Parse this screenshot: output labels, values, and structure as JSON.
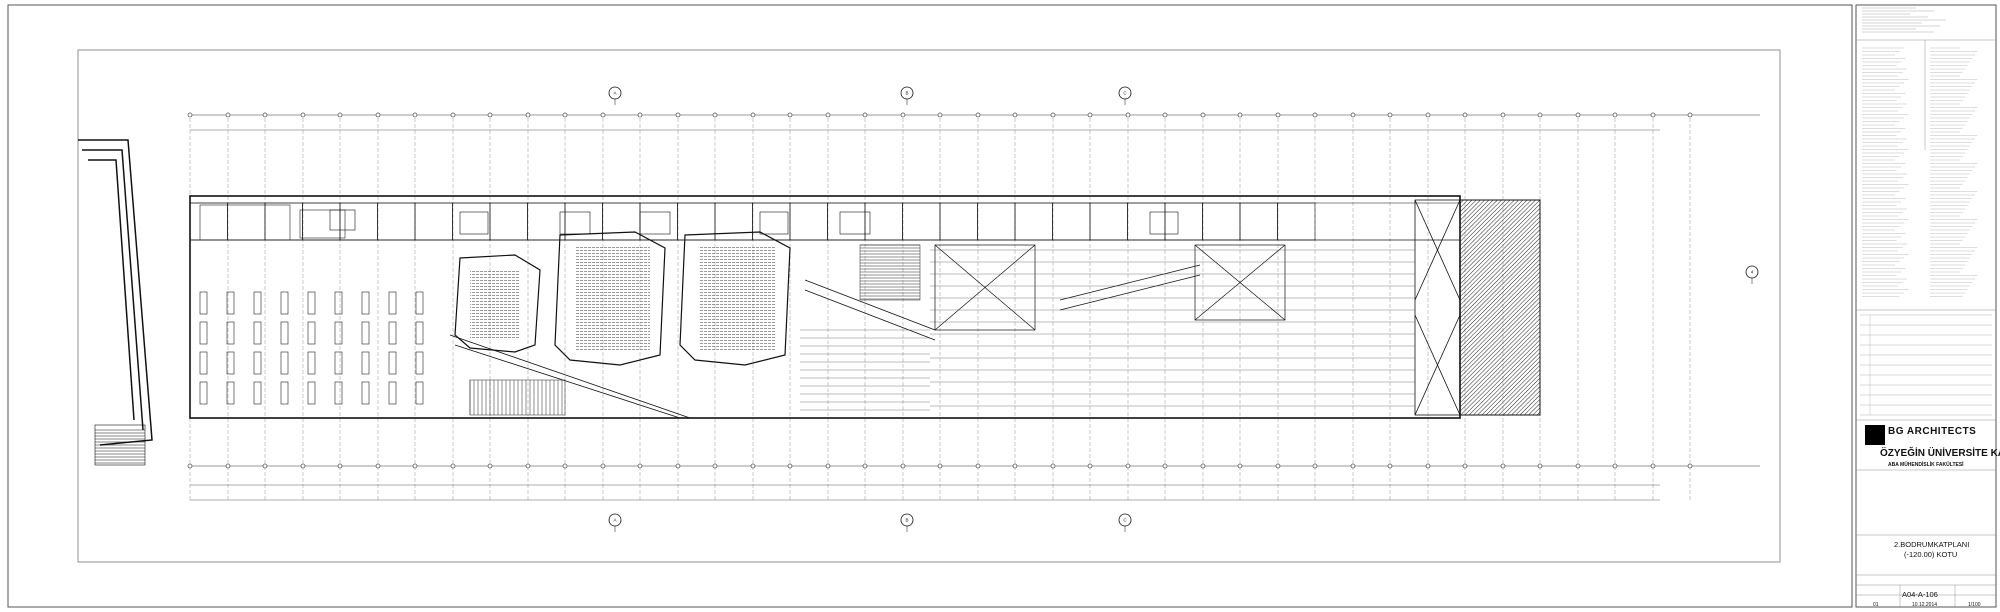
{
  "title_block": {
    "firm": "BG ARCHITECTS",
    "project": "ÖZYEĞİN ÜNİVERSİTE KAMPÜSÜ PROJESİ",
    "faculty": "ABA MÜHENDİSLİK FAKÜLTESİ",
    "drawing_title_1": "2.BODRUMKATPLANI",
    "drawing_title_2": "(-120.00) KOTU",
    "sheet_number": "A04-A-106",
    "revision": "01",
    "date": "10.12.2014",
    "scale": "1/100"
  },
  "grid_markers": {
    "top": [
      "A",
      "B",
      "C"
    ],
    "right": [
      "4"
    ],
    "bottom": [
      "A",
      "B",
      "C"
    ]
  },
  "colors": {
    "line": "#1a1a1a",
    "hatch": "#2b2b2b",
    "paper": "#ffffff"
  }
}
